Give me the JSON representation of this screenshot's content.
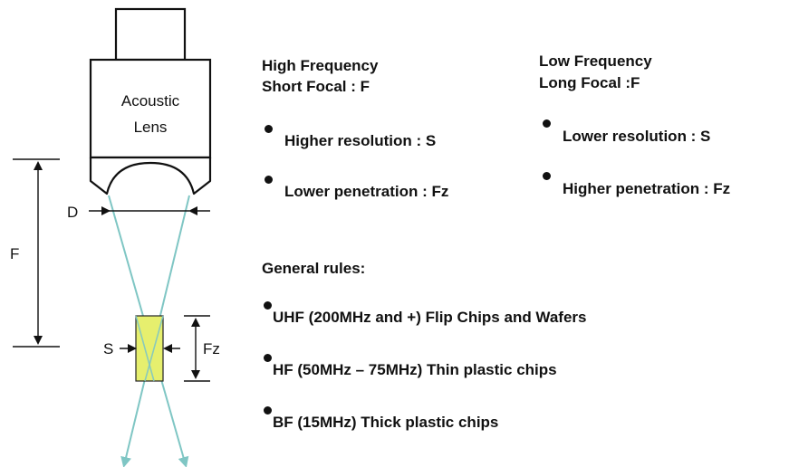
{
  "diagram": {
    "lens_label_line1": "Acoustic",
    "lens_label_line2": "Lens",
    "label_d": "D",
    "label_f": "F",
    "label_s": "S",
    "label_fz": "Fz",
    "colors": {
      "beam": "#7fc6c4",
      "focal_zone_fill": "#e6ef6e",
      "lines": "#111111"
    }
  },
  "high_frequency": {
    "title_line1": "High Frequency",
    "title_line2": "Short Focal : F",
    "bullets": [
      "Higher resolution : S",
      "Lower penetration : Fz"
    ]
  },
  "low_frequency": {
    "title_line1": "Low Frequency",
    "title_line2": "Long Focal :F",
    "bullets": [
      "Lower resolution : S",
      "Higher penetration : Fz"
    ]
  },
  "general_rules": {
    "heading": "General rules:",
    "items": [
      "UHF (200MHz and +) Flip Chips and Wafers",
      "HF (50MHz – 75MHz) Thin plastic chips",
      "BF (15MHz) Thick plastic chips"
    ]
  }
}
